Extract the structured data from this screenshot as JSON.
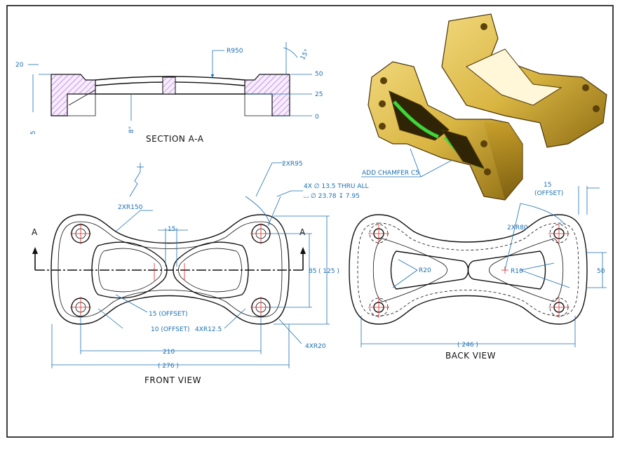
{
  "drawing": {
    "section_label": "SECTION A-A",
    "front_label": "FRONT VIEW",
    "back_label": "BACK VIEW",
    "cut_label": "A"
  },
  "section": {
    "dims": {
      "r950": "R950",
      "d15deg": "15°",
      "d20": "20",
      "d5": "5",
      "d8deg": "8°",
      "d50": "50",
      "d25": "25",
      "d0": "0"
    }
  },
  "front": {
    "dims": {
      "r150": "2XR150",
      "r95": "2XR95",
      "hole_a": "4X ∅ 13.5 THRU ALL",
      "hole_b": "⌴ ∅ 23.78 ↧ 7.95",
      "d15": "15",
      "d85": "85",
      "d125": "( 125 )",
      "off15": "15 (OFFSET)",
      "off10": "10 (OFFSET)",
      "r12": "4XR12.5",
      "r20": "4XR20",
      "d210": "210",
      "d276": "( 276 )"
    }
  },
  "back": {
    "dims": {
      "off15a": "15",
      "off15b": "(OFFSET)",
      "r80": "2XR80",
      "r20": "R20",
      "r10": "R10",
      "d50": "50",
      "d246": "( 246 )"
    }
  },
  "iso": {
    "note": "ADD CHAMFER C5"
  },
  "colors": {
    "dimension": "#1b6fb0",
    "centerline": "#dd2222",
    "hatch": "#a04fd0",
    "bronze": "#d9b542",
    "chamfer": "#3fd43a"
  }
}
